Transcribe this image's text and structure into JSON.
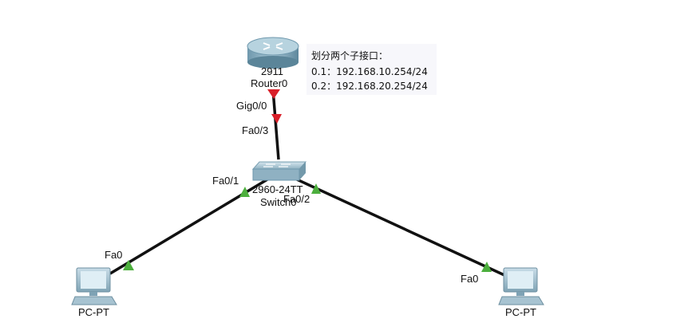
{
  "router": {
    "model": "2911",
    "name": "Router0",
    "port": "Gig0/0",
    "icon": "router-icon"
  },
  "switch": {
    "model": "2960-24TT",
    "name": "Switch0",
    "uplink_port": "Fa0/3",
    "port_left": "Fa0/1",
    "port_right": "Fa0/2",
    "icon": "switch-icon"
  },
  "pc_left": {
    "name": "PC-PT",
    "port": "Fa0",
    "icon": "pc-icon"
  },
  "pc_right": {
    "name": "PC-PT",
    "port": "Fa0",
    "icon": "pc-icon"
  },
  "note": {
    "title": "划分两个子接口：",
    "line1": "0.1：192.168.10.254/24",
    "line2": "0.2：192.168.20.254/24"
  },
  "colors": {
    "link": "#111111",
    "link_down": "#d9202a",
    "link_up": "#4caf3d",
    "note_bg": "#f7f7fb"
  }
}
